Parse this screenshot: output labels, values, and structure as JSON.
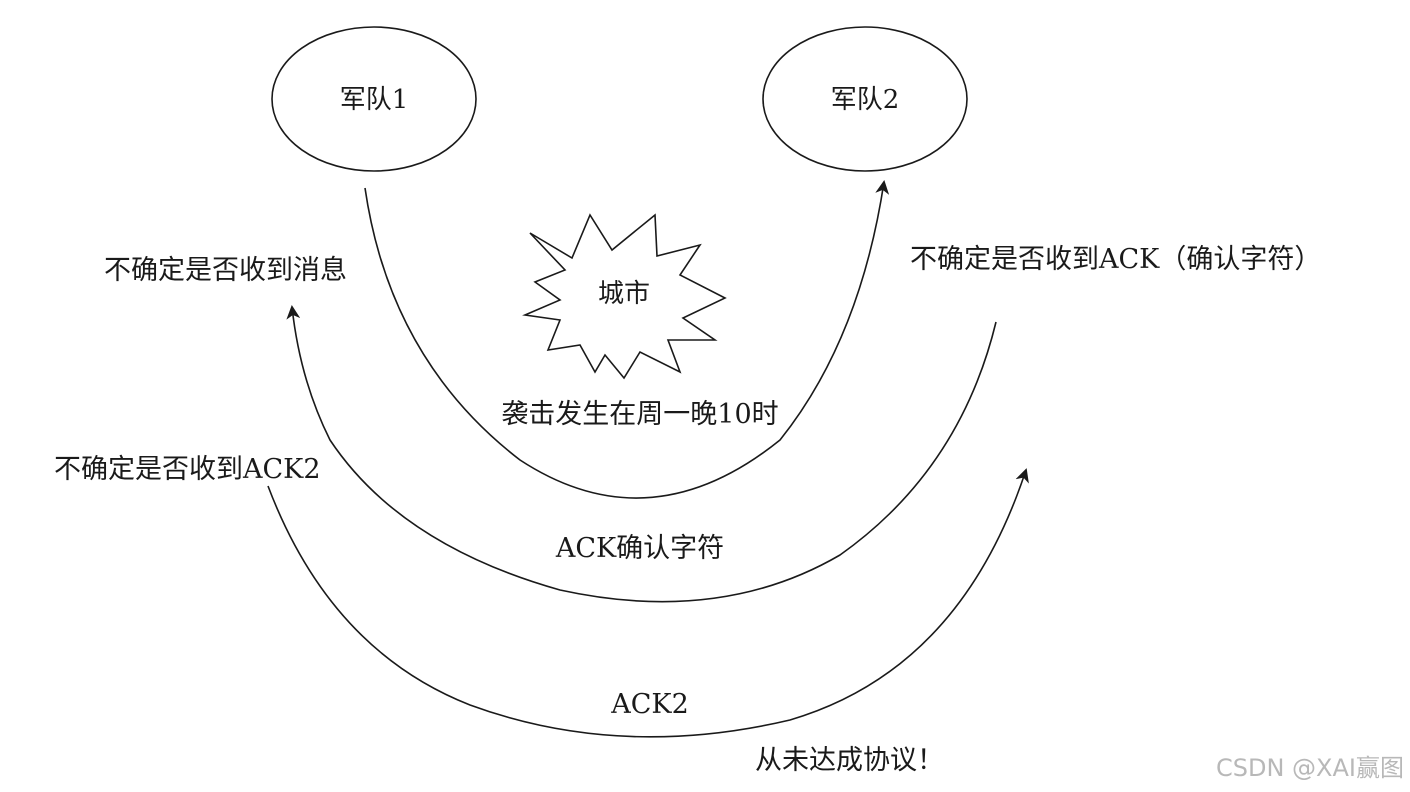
{
  "nodes": {
    "army1": "军队1",
    "army2": "军队2",
    "city": "城市"
  },
  "labels": {
    "uncertain_message": "不确定是否收到消息",
    "uncertain_ack": "不确定是否收到ACK（确认字符）",
    "attack_time": "袭击发生在周一晚10时",
    "uncertain_ack2": "不确定是否收到ACK2",
    "ack_char": "ACK确认字符",
    "ack2": "ACK2",
    "no_agreement": "从未达成协议！"
  },
  "watermark": "CSDN @XAI赢图"
}
